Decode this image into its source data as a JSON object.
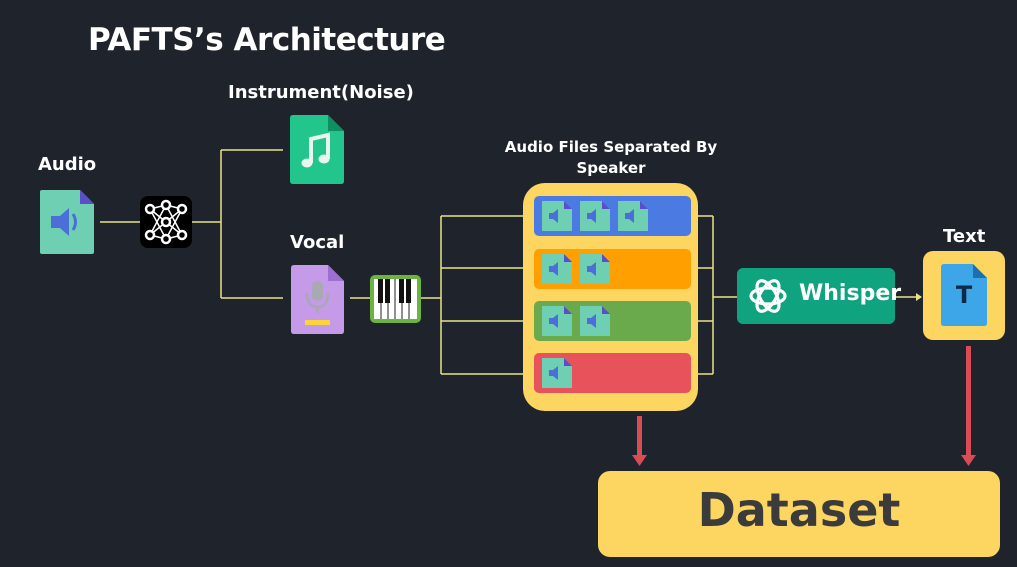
{
  "title": "PAFTS’s Architecture",
  "labels": {
    "audio": "Audio",
    "instrument": "Instrument(Noise)",
    "vocal": "Vocal",
    "separated": "Audio Files Separated By Speaker",
    "text": "Text"
  },
  "whisper": {
    "label": "Whisper"
  },
  "dataset": {
    "label": "Dataset"
  },
  "text_icon": {
    "glyph": "T"
  },
  "speaker_rows": [
    {
      "color": "#4b7be2",
      "files": 3
    },
    {
      "color": "#ff9f00",
      "files": 2
    },
    {
      "color": "#6aaa4d",
      "files": 2
    },
    {
      "color": "#e8525a",
      "files": 1
    }
  ],
  "colors": {
    "background": "#1f232b",
    "connector": "#e9e28a",
    "arrow": "#d94b55",
    "box": "#fcd660",
    "whisper": "#10a37f"
  },
  "icons": [
    "audio-file-icon",
    "neural-network-icon",
    "music-file-icon",
    "microphone-file-icon",
    "piano-icon",
    "speaker-file-icon",
    "openai-logo-icon",
    "text-file-icon"
  ]
}
